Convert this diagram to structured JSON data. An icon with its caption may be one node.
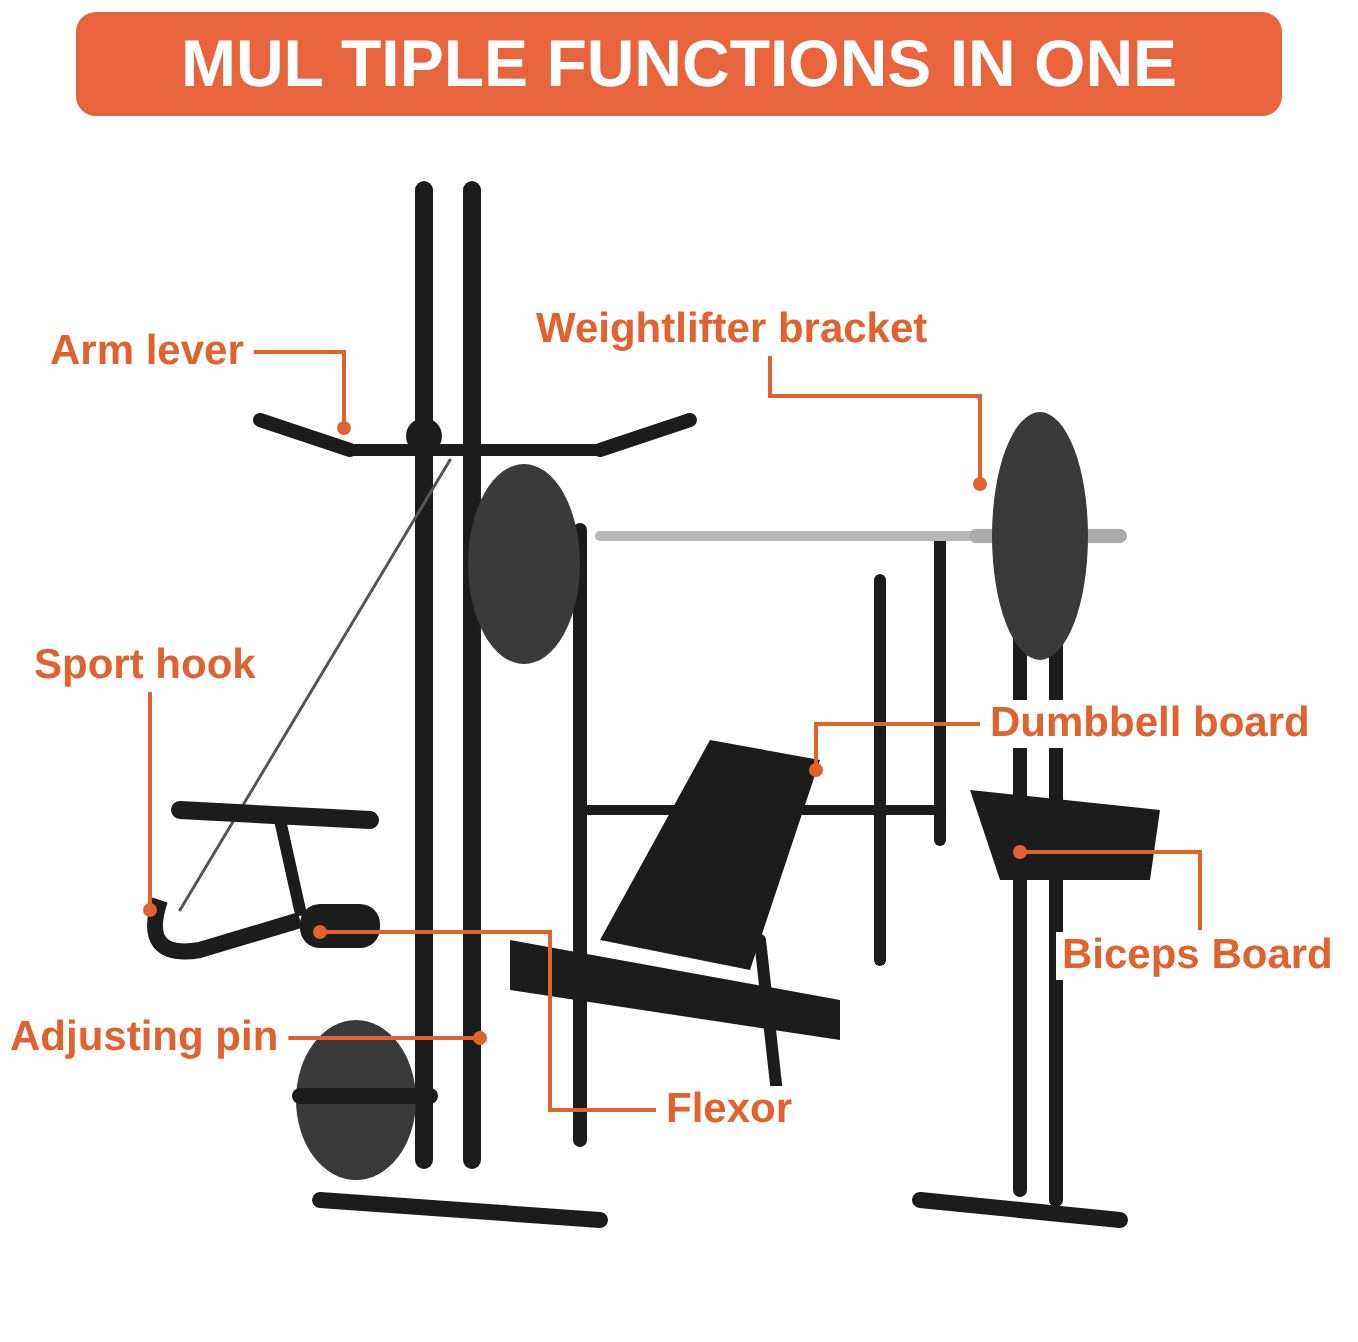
{
  "diagram": {
    "title": "MUL TIPLE FUNCTIONS IN ONE",
    "nodes": [
      {
        "text": [
          "Arm lever"
        ]
      },
      {
        "text": [
          "Weightlifter bracket"
        ]
      },
      {
        "text": [
          "Sport hook"
        ]
      },
      {
        "text": [
          "Dumbbell board"
        ]
      },
      {
        "text": [
          "Biceps Board"
        ]
      },
      {
        "text": [
          "Adjusting pin"
        ]
      },
      {
        "text": [
          "Flexor"
        ]
      }
    ],
    "edges": [
      {
        "from": 0,
        "to": null,
        "arrow": "other"
      },
      {
        "from": 1,
        "to": null,
        "arrow": "other"
      },
      {
        "from": 2,
        "to": null,
        "arrow": "other"
      },
      {
        "from": 3,
        "to": null,
        "arrow": "other"
      },
      {
        "from": 4,
        "to": null,
        "arrow": "other"
      },
      {
        "from": 5,
        "to": null,
        "arrow": "other"
      },
      {
        "from": 6,
        "to": null,
        "arrow": "other"
      }
    ]
  }
}
